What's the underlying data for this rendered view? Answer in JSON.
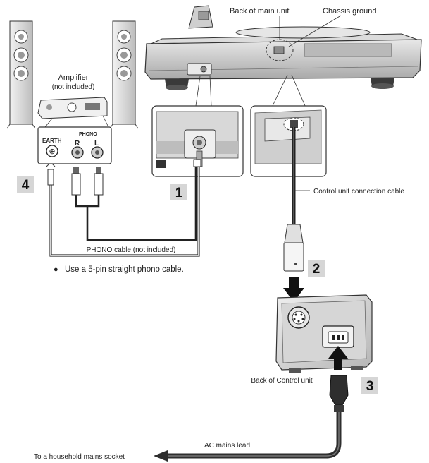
{
  "labels": {
    "back_of_main_unit": "Back of main unit",
    "chassis_ground": "Chassis ground",
    "amplifier": "Amplifier",
    "not_included": "(not included)",
    "earth": "EARTH",
    "phono": "PHONO",
    "phono_r": "R",
    "phono_l": "L",
    "control_unit_cable": "Control unit connection cable",
    "phono_cable": "PHONO cable (not included)",
    "note_bullet": "●",
    "note": "Use a 5-pin straight phono cable.",
    "back_of_control_unit": "Back of Control unit",
    "ac_mains_lead": "AC mains lead",
    "household_socket": "To a household mains socket"
  },
  "steps": [
    "1",
    "2",
    "3",
    "4"
  ],
  "colors": {
    "line": "#222222",
    "unit_gray": "#c9c9c9",
    "badge_bg": "#d6d6d6",
    "cable_dark": "#2e2e2e"
  }
}
